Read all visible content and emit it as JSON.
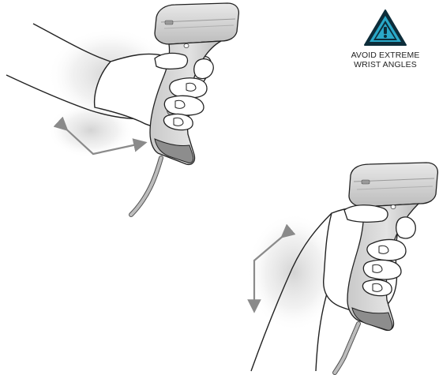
{
  "warning": {
    "icon": "warning-triangle-icon",
    "line1": "AVOID EXTREME",
    "line2": "WRIST ANGLES",
    "accent_color": "#2aa9c9",
    "border_color": "#0d2d3a"
  },
  "figures": [
    {
      "name": "bent-wrist-low-grip",
      "arrow_icon": "two-way-arrow-icon"
    },
    {
      "name": "bent-wrist-raised-grip",
      "arrow_icon": "two-way-arrow-icon"
    }
  ],
  "colors": {
    "scanner_body": "#d7d7d7",
    "scanner_shadow": "#9b9b9b",
    "scanner_dark": "#7a7a7a",
    "arrow_gray": "#8a8a8a",
    "outline": "#222222"
  }
}
